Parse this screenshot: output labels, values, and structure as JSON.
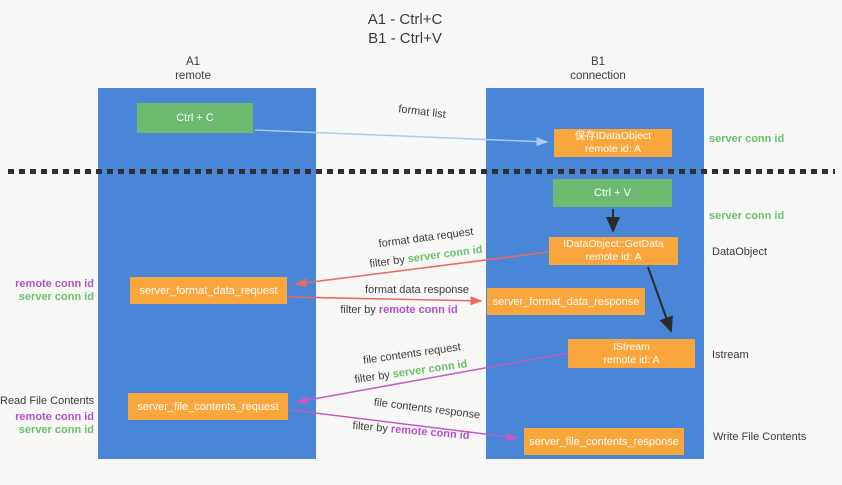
{
  "title": {
    "line1": "A1 - Ctrl+C",
    "line2": "B1 - Ctrl+V"
  },
  "columns": {
    "a": {
      "name": "A1",
      "role": "remote"
    },
    "b": {
      "name": "B1",
      "role": "connection"
    }
  },
  "nodes": {
    "ctrl_c": {
      "label": "Ctrl + C"
    },
    "ctrl_v": {
      "label": "Ctrl + V"
    },
    "save_idataobject": {
      "line1": "保存IDataObject",
      "line2": "remote id: A"
    },
    "idataobject_getdata": {
      "line1": "IDataObject::GetData",
      "line2": "remote id: A"
    },
    "istream": {
      "line1": "IStream",
      "line2": "remote id: A"
    },
    "server_format_data_request": {
      "label": "server_format_data_request"
    },
    "server_format_data_response": {
      "label": "server_format_data_response"
    },
    "server_file_contents_request": {
      "label": "server_file_contents_request"
    },
    "server_file_contents_response": {
      "label": "server_file_contents_response"
    }
  },
  "arrow_labels": {
    "format_list": "format list",
    "format_data_request": "format data request",
    "format_data_response": "format data response",
    "file_contents_request": "file contents request",
    "file_contents_response": "file contents response",
    "filter_by": "filter by ",
    "server_conn_id": "server conn id",
    "remote_conn_id": "remote conn id"
  },
  "side_labels": {
    "server_conn_id_1": "server conn id",
    "server_conn_id_2": "server conn id",
    "dataobject": "DataObject",
    "istream": "Istream",
    "read_file_contents": "Read File Contents",
    "write_file_contents": "Write File Contents",
    "remote_conn_id": "remote conn id",
    "server_conn_id": "server conn id"
  },
  "colors": {
    "column_blue": "#4a86d8",
    "node_green": "#6bba70",
    "node_orange": "#f9a63c",
    "arrow_blue": "#a9cdee",
    "arrow_red": "#e86a60",
    "arrow_magenta": "#c35cc0",
    "arrow_black": "#2b2b2b",
    "text_green": "#6cbe6c",
    "text_purple": "#b152c8",
    "text_dark": "#3a3a3a"
  }
}
